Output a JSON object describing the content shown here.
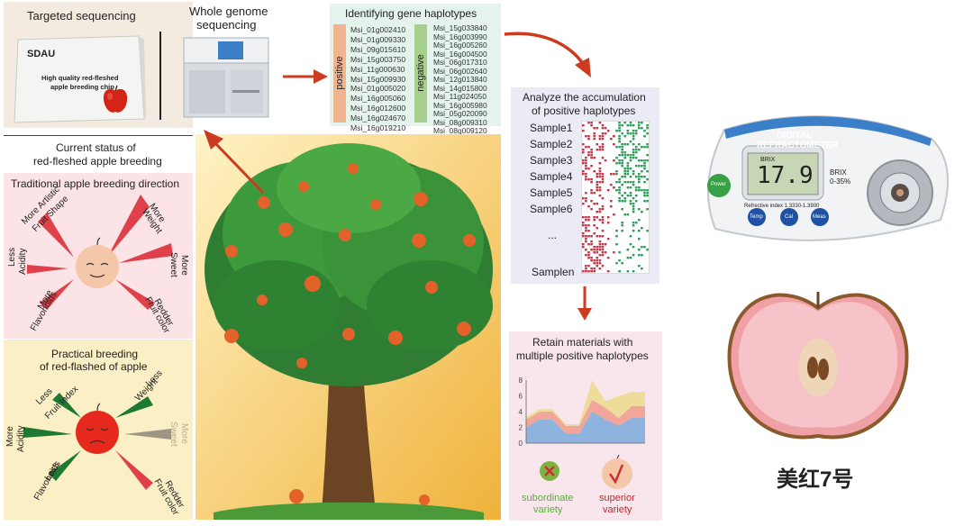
{
  "targeted": {
    "title": "Targeted sequencing",
    "chip_brand": "SDAU",
    "chip_text": [
      "High quality red-fleshed",
      "apple breeding chip"
    ]
  },
  "wgs": {
    "title_line1": "Whole genome",
    "title_line2": "sequencing"
  },
  "haplotypes": {
    "title": "Identifying gene haplotypes",
    "positive_label": "positive",
    "negative_label": "negative",
    "positive_genes": [
      "Msi_01g002410",
      "Msi_01g009330",
      "Msi_09g015610",
      "Msi_15g003750",
      "Msi_11g000630",
      "Msi_15g009930",
      "Msi_01g005020",
      "Msi_16g005060",
      "Msi_16g012600",
      "Msi_16g024670",
      "Msi_16g019210"
    ],
    "negative_genes": [
      "Msi_15g033840",
      "Msi_16g003990",
      "Msi_16g005260",
      "Msi_16g004500",
      "Msi_06g017310",
      "Msi_06g002640",
      "Msi_12g013840",
      "Msi_14g015800",
      "Msi_11g024050",
      "Msi_16g005980",
      "Msi_05g020090",
      "Msi_08g009310",
      "Msi_08g009120"
    ]
  },
  "accumulation": {
    "title_line1": "Analyze the accumulation",
    "title_line2": "of positive haplotypes",
    "samples": [
      "Sample1",
      "Sample2",
      "Sample3",
      "Sample4",
      "Sample5",
      "Sample6"
    ],
    "ellipsis": "...",
    "last_sample": "Samplen"
  },
  "status": {
    "title_line1": "Current status of",
    "title_line2": "red-fleshed apple breeding"
  },
  "traditional": {
    "title": "Traditional apple breeding direction",
    "traits": {
      "artistic_line1": "More Artistic",
      "artistic_line2": "Fruit Shape",
      "weight_line1": "More",
      "weight_line2": "Weight",
      "acidity_line1": "Less",
      "acidity_line2": "Acidity",
      "sweet_line1": "More",
      "sweet_line2": "Sweet",
      "flavonoids_line1": "More",
      "flavonoids_line2": "Flavonoids",
      "color_line1": "Redder",
      "color_line2": "Fruit color"
    }
  },
  "practical": {
    "title_line1": "Practical breeding",
    "title_line2": "of red-flashed of apple",
    "traits": {
      "fruit_index_line1": "Less",
      "fruit_index_line2": "Fruit Index",
      "weight_line1": "Less",
      "weight_line2": "Weight",
      "acidity_line1": "More",
      "acidity_line2": "Acidity",
      "sweet_line1": "More",
      "sweet_line2": "Sweet",
      "flavonoids_line1": "Less",
      "flavonoids_line2": "Flavonoids",
      "color_line1": "Redder",
      "color_line2": "Fruit color"
    }
  },
  "retain": {
    "title_line1": "Retain materials with",
    "title_line2": "multiple positive haplotypes",
    "subordinate_line1": "subordinate",
    "subordinate_line2": "variety",
    "superior_line1": "superior",
    "superior_line2": "variety"
  },
  "refractometer": {
    "title_line1": "DIGITAL",
    "title_line2": "REFRACTOMETER",
    "brix_label": "BRIX",
    "reading": "17.9",
    "unit_line1": "BRIX",
    "unit_line2": "0-35%",
    "refindex": "Refrective index 1.3330-1.3900",
    "buttons": [
      "Power",
      "Temp",
      "Cal",
      "Meas"
    ]
  },
  "variety_name": "美红7号",
  "colors": {
    "red_arrow": "#cc3a1f",
    "positive_bar": "#f2b38f",
    "negative_bar": "#a8d08d",
    "panel_green": "#e4f3ec",
    "panel_lilac": "#ebebf5",
    "panel_pink": "#f8e6ec"
  },
  "chart_data": {
    "type": "area",
    "x": [
      1,
      2,
      3,
      4,
      5,
      6,
      7,
      8,
      9,
      10
    ],
    "ylim": [
      0,
      8
    ],
    "yticks": [
      0,
      2,
      4,
      6,
      8
    ],
    "series": [
      {
        "values": [
          2,
          3,
          3,
          1.2,
          1.2,
          4,
          3,
          2.2,
          3.2,
          3.2
        ],
        "color": "#8db3de"
      },
      {
        "values": [
          1,
          1,
          1,
          1,
          1,
          1.5,
          1.5,
          1,
          1.5,
          1.5
        ],
        "color": "#f1a69a"
      },
      {
        "values": [
          0.3,
          0.3,
          0.3,
          0.2,
          0.2,
          2.5,
          0.8,
          2.8,
          1.8,
          1.8
        ],
        "color": "#eedc9a"
      }
    ]
  }
}
